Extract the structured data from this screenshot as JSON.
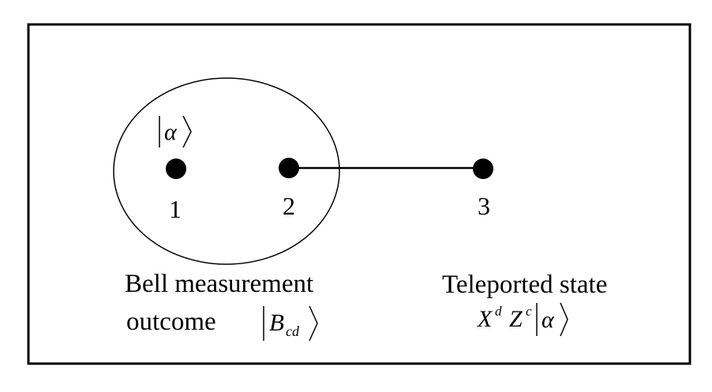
{
  "diagram": {
    "initial_state": {
      "bar": "|",
      "symbol": "α",
      "rangle": "⟩"
    },
    "nodes": [
      {
        "label": "1"
      },
      {
        "label": "2"
      },
      {
        "label": "3"
      }
    ],
    "bell_caption": {
      "line1": "Bell measurement",
      "line2": "outcome",
      "ket_bar": "|",
      "ket_symbol": "B",
      "ket_subscript": "cd",
      "ket_rangle": "⟩"
    },
    "teleported_caption": {
      "line1": "Teleported state",
      "x_symbol": "X",
      "x_superscript": "d",
      "z_symbol": "Z",
      "z_superscript": "c",
      "ket_bar": "|",
      "ket_symbol": "α",
      "ket_rangle": "⟩"
    }
  }
}
